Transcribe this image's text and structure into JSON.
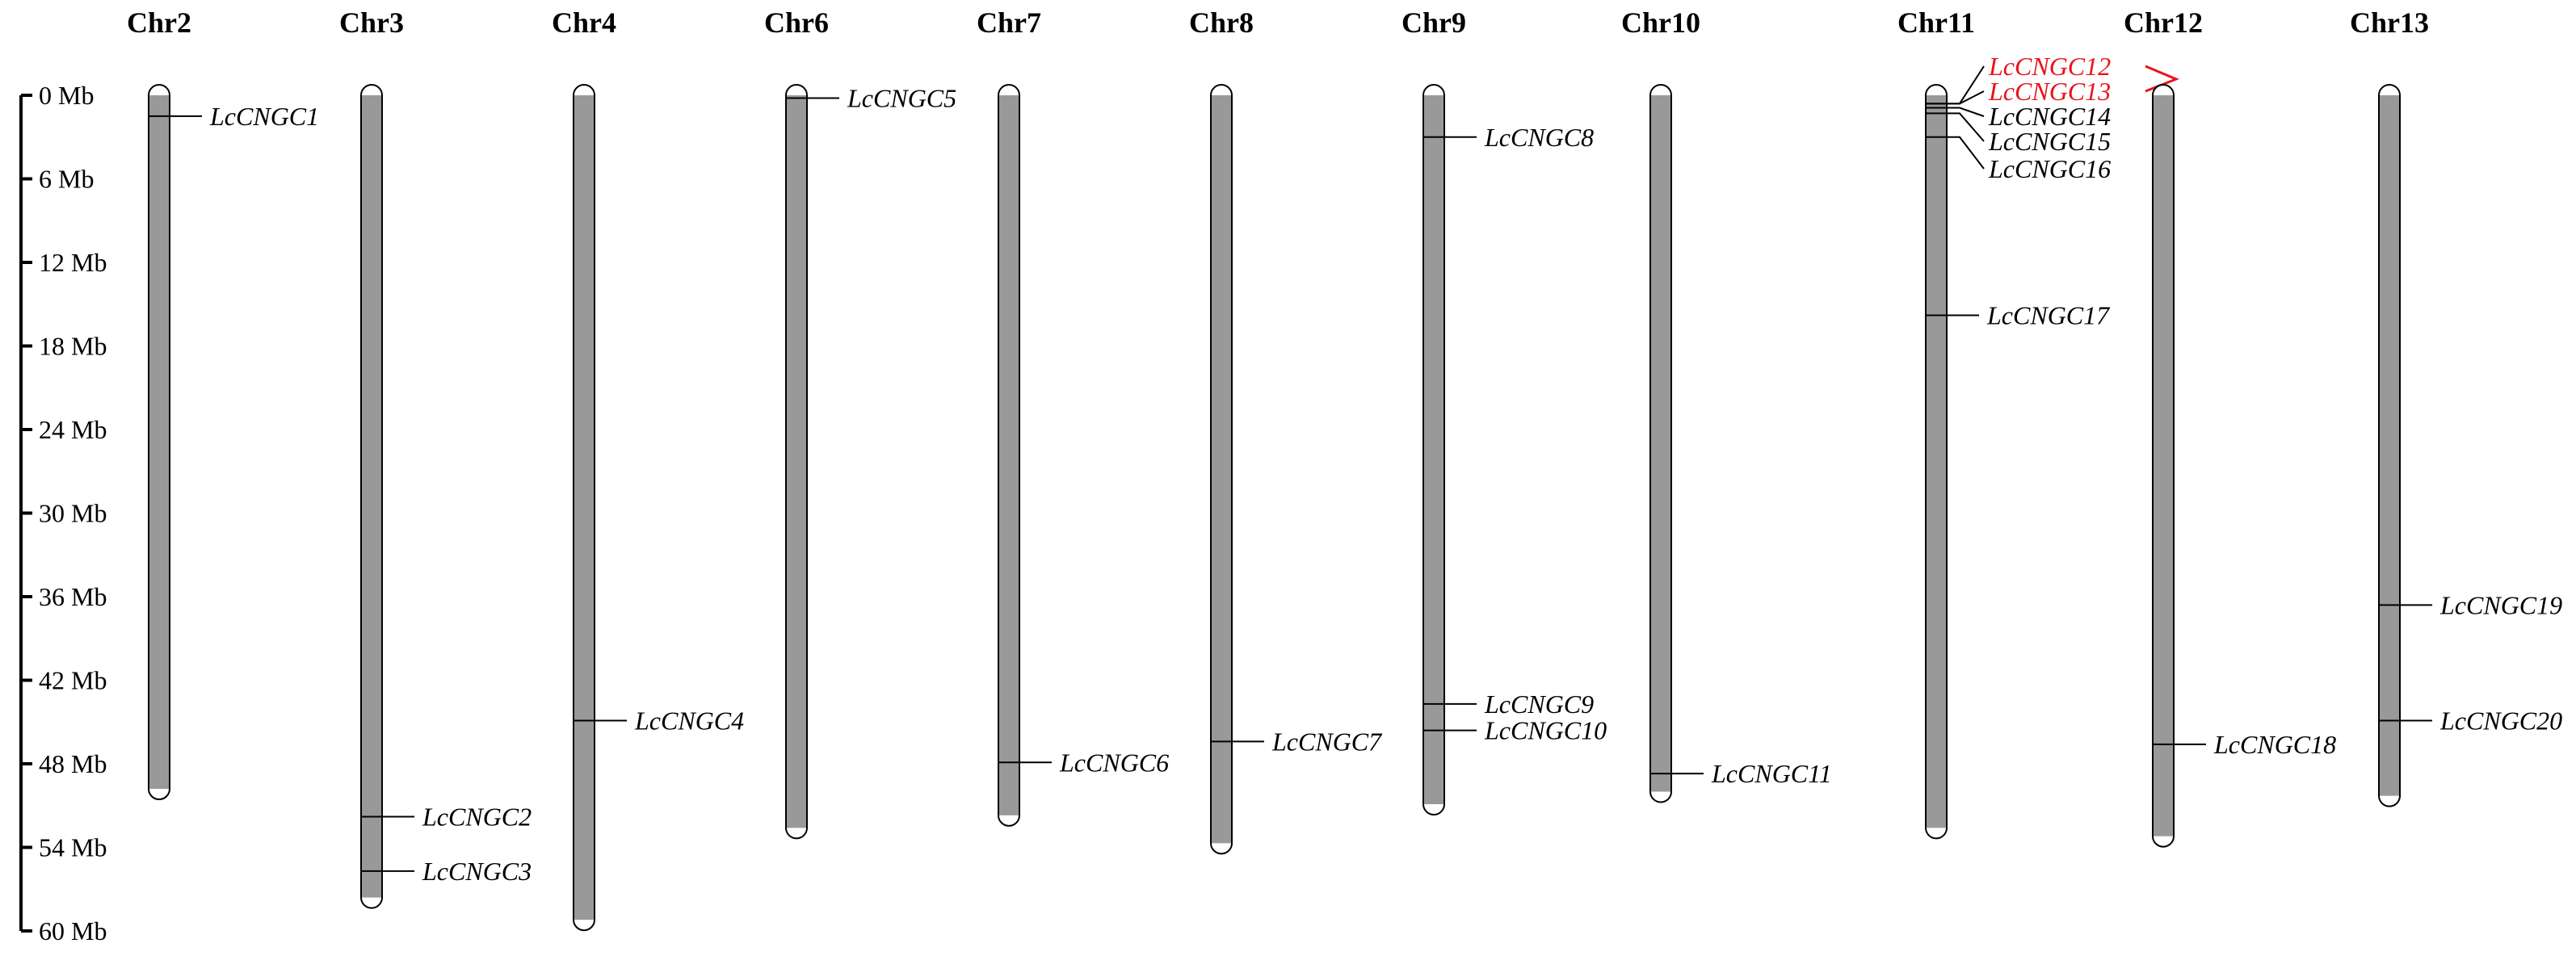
{
  "scale": {
    "unit": "Mb",
    "max": 60,
    "ticks": [
      {
        "value": 0,
        "label": "0 Mb"
      },
      {
        "value": 6,
        "label": "6 Mb"
      },
      {
        "value": 12,
        "label": "12 Mb"
      },
      {
        "value": 18,
        "label": "18 Mb"
      },
      {
        "value": 24,
        "label": "24 Mb"
      },
      {
        "value": 30,
        "label": "30 Mb"
      },
      {
        "value": 36,
        "label": "36 Mb"
      },
      {
        "value": 42,
        "label": "42 Mb"
      },
      {
        "value": 48,
        "label": "48 Mb"
      },
      {
        "value": 54,
        "label": "54 Mb"
      },
      {
        "value": 60,
        "label": "60 Mb"
      }
    ]
  },
  "colors": {
    "chromosome_fill": "#999999",
    "outline": "#000000",
    "tandem_highlight": "#e8141c",
    "default_label": "#000000"
  },
  "chromosomes": [
    {
      "name": "Chr2",
      "length": 49.8,
      "genes": [
        {
          "name": "LcCNGC1",
          "pos": 1.5
        }
      ]
    },
    {
      "name": "Chr3",
      "length": 57.6,
      "genes": [
        {
          "name": "LcCNGC2",
          "pos": 51.8
        },
        {
          "name": "LcCNGC3",
          "pos": 55.7
        }
      ]
    },
    {
      "name": "Chr4",
      "length": 59.2,
      "genes": [
        {
          "name": "LcCNGC4",
          "pos": 44.9
        }
      ]
    },
    {
      "name": "Chr6",
      "length": 52.6,
      "genes": [
        {
          "name": "LcCNGC5",
          "pos": 0.2
        }
      ]
    },
    {
      "name": "Chr7",
      "length": 51.7,
      "genes": [
        {
          "name": "LcCNGC6",
          "pos": 47.9
        }
      ]
    },
    {
      "name": "Chr8",
      "length": 53.7,
      "genes": [
        {
          "name": "LcCNGC7",
          "pos": 46.4
        }
      ]
    },
    {
      "name": "Chr9",
      "length": 50.9,
      "genes": [
        {
          "name": "LcCNGC8",
          "pos": 3.0
        },
        {
          "name": "LcCNGC9",
          "pos": 43.7
        },
        {
          "name": "LcCNGC10",
          "pos": 45.6
        }
      ]
    },
    {
      "name": "Chr10",
      "length": 50.0,
      "genes": [
        {
          "name": "LcCNGC11",
          "pos": 48.7
        }
      ]
    },
    {
      "name": "Chr11",
      "length": 52.6,
      "genes": [
        {
          "name": "LcCNGC12",
          "pos": 0.6,
          "tandem": true
        },
        {
          "name": "LcCNGC13",
          "pos": 0.6,
          "tandem": true
        },
        {
          "name": "LcCNGC14",
          "pos": 0.9
        },
        {
          "name": "LcCNGC15",
          "pos": 1.3
        },
        {
          "name": "LcCNGC16",
          "pos": 3.0
        },
        {
          "name": "LcCNGC17",
          "pos": 15.8
        }
      ]
    },
    {
      "name": "Chr12",
      "length": 53.2,
      "genes": [
        {
          "name": "LcCNGC18",
          "pos": 46.6
        }
      ]
    },
    {
      "name": "Chr13",
      "length": 50.3,
      "genes": [
        {
          "name": "LcCNGC19",
          "pos": 36.6
        },
        {
          "name": "LcCNGC20",
          "pos": 44.9
        }
      ]
    }
  ]
}
